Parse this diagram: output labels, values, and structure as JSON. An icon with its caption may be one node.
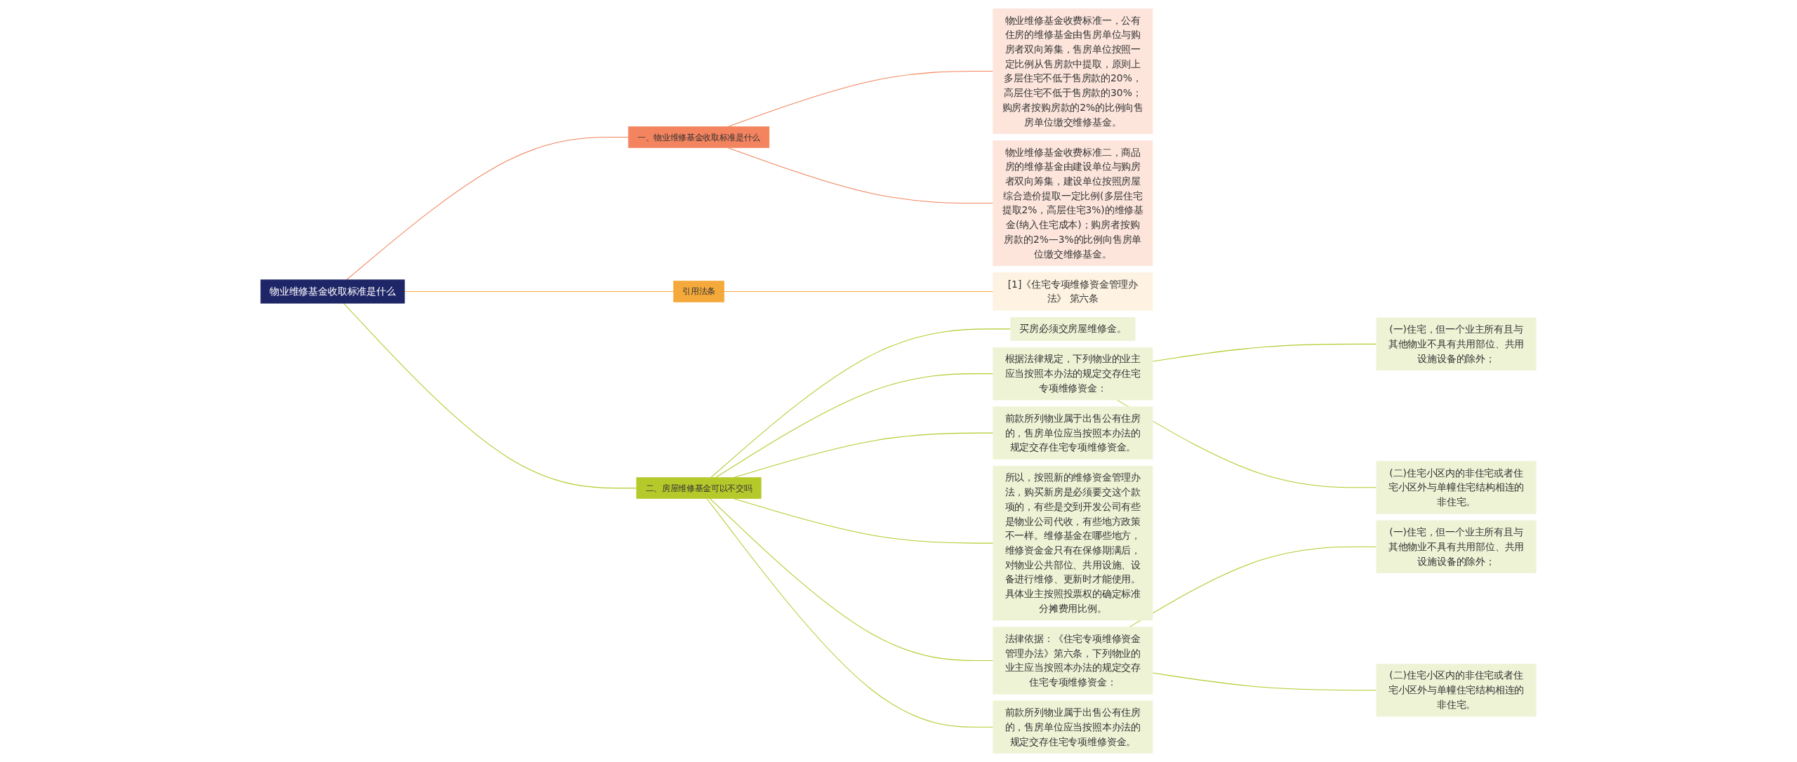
{
  "diagram": {
    "nodes": [
      {
        "text": [
          "物业维修基金收取标准是什么"
        ]
      },
      {
        "text": [
          "一、物业维修基金收取标准是什么"
        ]
      },
      {
        "text": [
          "物业维修基金收费标准一，公有住房的维修基金由售房单位与购房者双向筹集，售房单位按照一定比例从售房款中提取，原则上多层住宅不低于售房款的20%，高层住宅不低于售房款的30%；购房者按购房款的2%的比例向售房单位缴交维修基金。"
        ]
      },
      {
        "text": [
          "物业维修基金收费标准二，商品房的维修基金由建设单位与购房者双向筹集，建设单位按照房屋综合造价提取一定比例(多层住宅提取2%，高层住宅3%)的维修基金(纳入住宅成本)；购房者按购房款的2%—3%的比例向售房单位缴交维修基金。"
        ]
      },
      {
        "text": [
          "引用法条"
        ]
      },
      {
        "text": [
          "[1]《住宅专项维修资金管理办法》 第六条"
        ]
      },
      {
        "text": [
          "二、房屋维修基金可以不交吗"
        ]
      },
      {
        "text": [
          "买房必须交房屋维修金。"
        ]
      },
      {
        "text": [
          "根据法律规定，下列物业的业主应当按照本办法的规定交存住宅专项维修资金："
        ]
      },
      {
        "text": [
          "(一)住宅，但一个业主所有且与其他物业不具有共用部位、共用设施设备的除外；"
        ]
      },
      {
        "text": [
          "(二)住宅小区内的非住宅或者住宅小区外与单幢住宅结构相连的非住宅。"
        ]
      },
      {
        "text": [
          "前款所列物业属于出售公有住房的，售房单位应当按照本办法的规定交存住宅专项维修资金。"
        ]
      },
      {
        "text": [
          "所以，按照新的维修资金管理办法，购买新房是必须要交这个款项的，有些是交到开发公司有些是物业公司代收，有些地方政策不一样。维修基金在哪些地方，维修资金金只有在保修期满后，对物业公共部位、共用设施、设备进行维修、更新时才能使用。具体业主按照投票权的确定标准分摊费用比例。"
        ]
      },
      {
        "text": [
          "法律依据：《住宅专项维修资金管理办法》第六条，下列物业的业主应当按照本办法的规定交存住宅专项维修资金："
        ]
      },
      {
        "text": [
          "(一)住宅，但一个业主所有且与其他物业不具有共用部位、共用设施设备的除外；"
        ]
      },
      {
        "text": [
          "(二)住宅小区内的非住宅或者住宅小区外与单幢住宅结构相连的非住宅。"
        ]
      },
      {
        "text": [
          "前款所列物业属于出售公有住房的，售房单位应当按照本办法的规定交存住宅专项维修资金。"
        ]
      }
    ],
    "edges": [
      {
        "from": 0,
        "to": 1,
        "arrow": "none",
        "color": "#f0845c"
      },
      {
        "from": 1,
        "to": 2,
        "arrow": "none",
        "color": "#f0845c"
      },
      {
        "from": 1,
        "to": 3,
        "arrow": "none",
        "color": "#f0845c"
      },
      {
        "from": 0,
        "to": 4,
        "arrow": "none",
        "color": "#f5a93b"
      },
      {
        "from": 4,
        "to": 5,
        "arrow": "none",
        "color": "#f5a93b"
      },
      {
        "from": 0,
        "to": 6,
        "arrow": "none"
      },
      {
        "from": 6,
        "to": 7,
        "arrow": "none"
      },
      {
        "from": 6,
        "to": 8,
        "arrow": "none"
      },
      {
        "from": 8,
        "to": 9,
        "arrow": "none"
      },
      {
        "from": 8,
        "to": 10,
        "arrow": "none"
      },
      {
        "from": 6,
        "to": 11,
        "arrow": "none"
      },
      {
        "from": 6,
        "to": 12,
        "arrow": "none"
      },
      {
        "from": 6,
        "to": 13,
        "arrow": "none"
      },
      {
        "from": 13,
        "to": 14,
        "arrow": "none"
      },
      {
        "from": 13,
        "to": 15,
        "arrow": "none"
      },
      {
        "from": 6,
        "to": 16,
        "arrow": "none"
      }
    ]
  }
}
